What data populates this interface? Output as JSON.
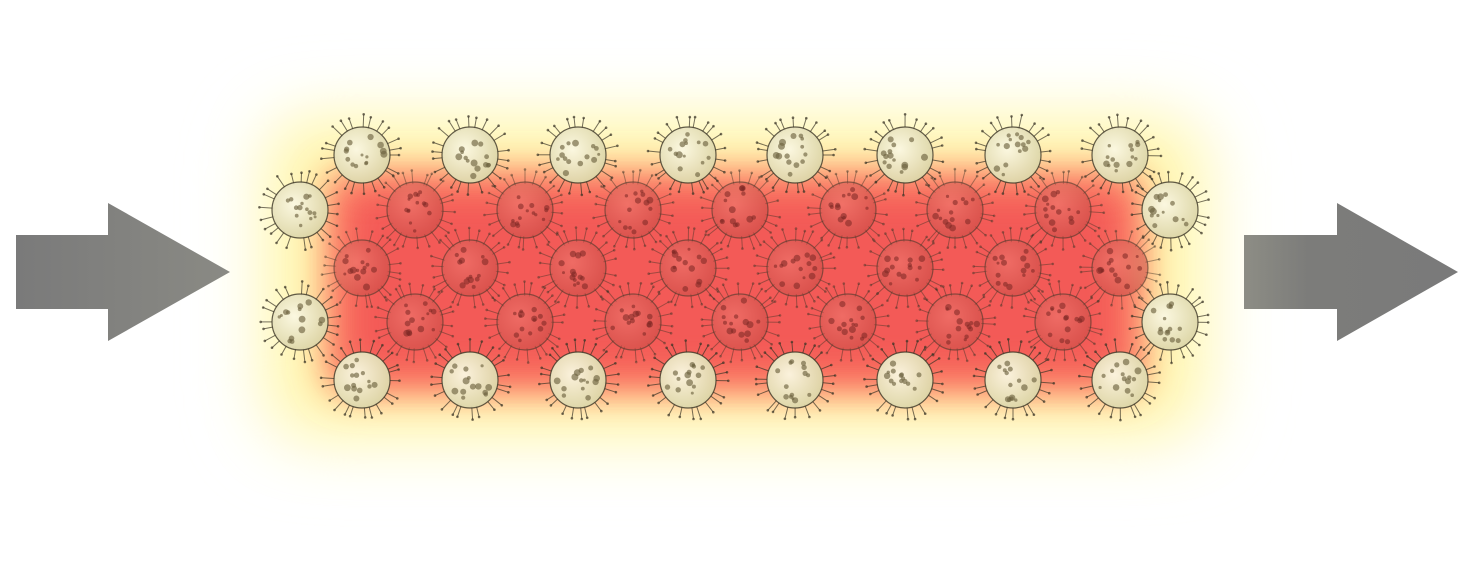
{
  "diagram": {
    "arrows": {
      "left_color": "#7d7d7d",
      "right_color": "#7d7d7d",
      "direction": "left-to-right"
    },
    "heat_region": {
      "colors": {
        "core": "#f25555",
        "mid": "#ff8a6a",
        "edge": "#fff6a8",
        "outline": "#fffde8"
      }
    },
    "particles": {
      "icon": "virus-icon",
      "rows": [
        {
          "count": 8,
          "tone": "light"
        },
        {
          "count": 9,
          "tone": "mixed"
        },
        {
          "count": 8,
          "tone": "dark"
        },
        {
          "count": 9,
          "tone": "mixed"
        },
        {
          "count": 8,
          "tone": "light"
        }
      ],
      "total": 42,
      "colors": {
        "light_fill": "#f3efc6",
        "dark_fill": "#d85c55",
        "stroke": "#3b3426"
      }
    }
  }
}
